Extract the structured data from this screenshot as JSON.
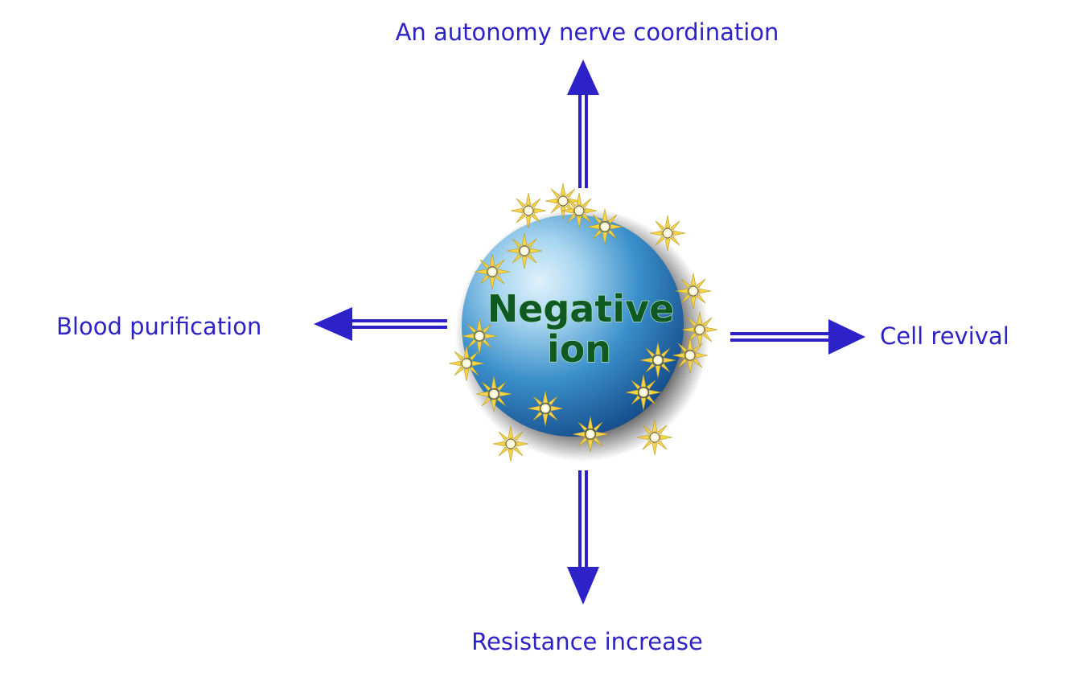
{
  "center": {
    "line1": "Negative",
    "line2": "ion"
  },
  "effects": {
    "top": "An autonomy nerve coordination",
    "left": "Blood purification",
    "right": "Cell revival",
    "bottom": "Resistance increase"
  },
  "colors": {
    "arrow": "#2c22c8",
    "label": "#2c22c8",
    "sphere_light": "#a9d6f0",
    "sphere_mid": "#3a8fca",
    "sphere_dark": "#154d8c",
    "center_text": "#0f5a22",
    "sparkle": "#f5d34c"
  },
  "icons": {
    "sphere": "sphere-icon",
    "sparkle": "sparkle-icon",
    "arrow": "double-line-arrow-icon"
  }
}
